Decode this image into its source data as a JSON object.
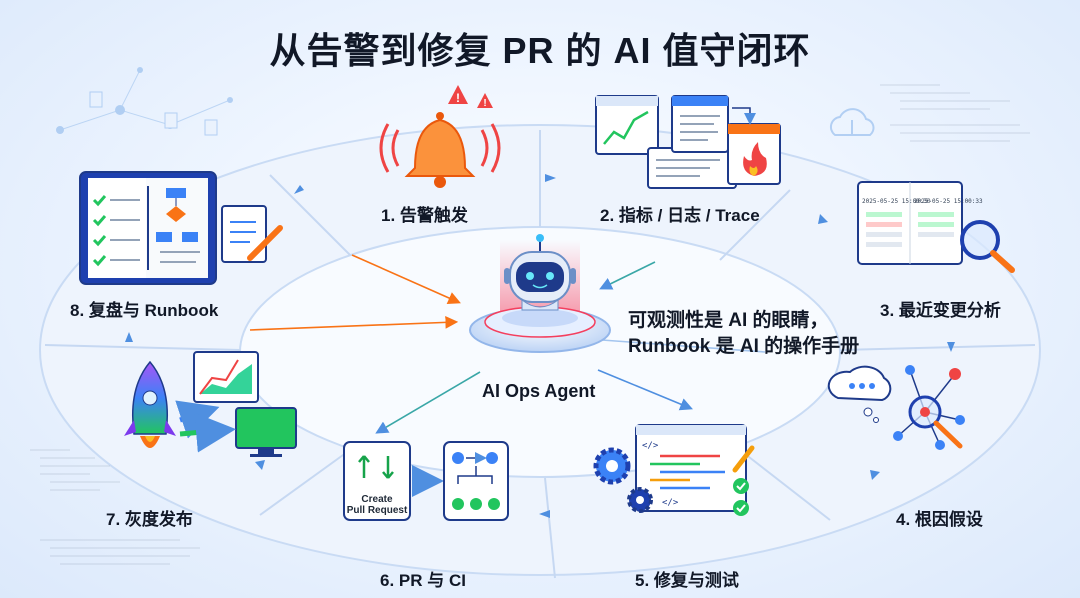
{
  "title": "从告警到修复 PR 的 AI 值守闭环",
  "steps": [
    {
      "label": "1. 告警触发",
      "icon": "alarm-bell-icon"
    },
    {
      "label": "2. 指标 / 日志 / Trace",
      "icon": "dashboard-windows-icon"
    },
    {
      "label": "3. 最近变更分析",
      "icon": "diff-magnifier-icon"
    },
    {
      "label": "4. 根因假设",
      "icon": "hypothesis-graph-icon"
    },
    {
      "label": "5. 修复与测试",
      "icon": "code-gear-icon"
    },
    {
      "label": "6. PR 与 CI",
      "icon": "pull-request-pipeline-icon"
    },
    {
      "label": "7. 灰度发布",
      "icon": "rocket-icon"
    },
    {
      "label": "8. 复盘与 Runbook",
      "icon": "runbook-binder-icon"
    }
  ],
  "center": {
    "label": "AI Ops Agent",
    "icon": "robot-icon",
    "tagline_1": "可观测性是 AI 的眼睛，",
    "tagline_2": "Runbook 是 AI 的操作手册"
  },
  "diff_panel": {
    "left_time": "2025-05-25 15:00:30",
    "right_time": "2025-05-25 15:00:33"
  },
  "pr_button": {
    "line_1": "Create",
    "line_2": "Pull Request"
  },
  "colors": {
    "ring": "#dbe8fa",
    "arrow": "#4f8fe0",
    "accent": "#2563eb",
    "alert": "#f97316"
  }
}
